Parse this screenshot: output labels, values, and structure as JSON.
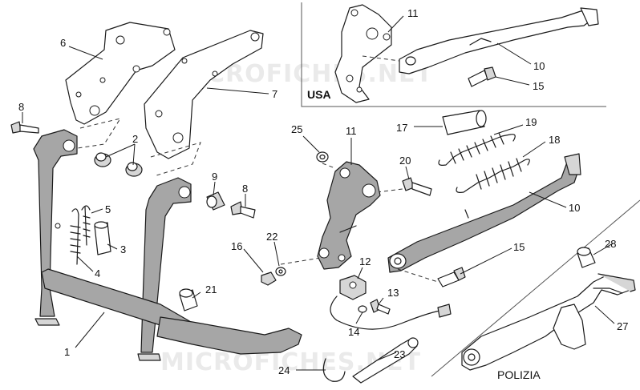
{
  "diagram": {
    "watermark": "MICROFICHES.NET",
    "insets": {
      "usa": "USA",
      "polizia": "POLIZIA"
    },
    "callouts": [
      {
        "id": "c1",
        "text": "1"
      },
      {
        "id": "c2",
        "text": "2"
      },
      {
        "id": "c3",
        "text": "3"
      },
      {
        "id": "c4",
        "text": "4"
      },
      {
        "id": "c5",
        "text": "5"
      },
      {
        "id": "c6",
        "text": "6"
      },
      {
        "id": "c7",
        "text": "7"
      },
      {
        "id": "c8a",
        "text": "8"
      },
      {
        "id": "c8b",
        "text": "8"
      },
      {
        "id": "c9",
        "text": "9"
      },
      {
        "id": "c10a",
        "text": "10"
      },
      {
        "id": "c10b",
        "text": "10"
      },
      {
        "id": "c11a",
        "text": "11"
      },
      {
        "id": "c11b",
        "text": "11"
      },
      {
        "id": "c12",
        "text": "12"
      },
      {
        "id": "c13",
        "text": "13"
      },
      {
        "id": "c14",
        "text": "14"
      },
      {
        "id": "c15a",
        "text": "15"
      },
      {
        "id": "c15b",
        "text": "15"
      },
      {
        "id": "c16",
        "text": "16"
      },
      {
        "id": "c17",
        "text": "17"
      },
      {
        "id": "c18",
        "text": "18"
      },
      {
        "id": "c19",
        "text": "19"
      },
      {
        "id": "c20",
        "text": "20"
      },
      {
        "id": "c21",
        "text": "21"
      },
      {
        "id": "c22",
        "text": "22"
      },
      {
        "id": "c23",
        "text": "23"
      },
      {
        "id": "c24",
        "text": "24"
      },
      {
        "id": "c25",
        "text": "25"
      },
      {
        "id": "c27",
        "text": "27"
      },
      {
        "id": "c28",
        "text": "28"
      }
    ]
  }
}
